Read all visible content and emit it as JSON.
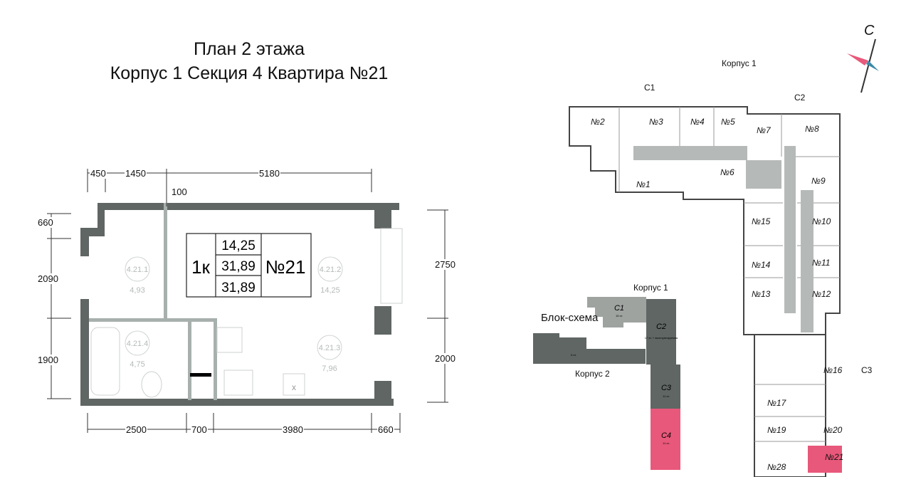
{
  "title": {
    "line1": "План 2 этажа",
    "line2": "Корпус 1 Секция 4 Квартира №21"
  },
  "apartment_card": {
    "rooms": "1к",
    "living_area": "14,25",
    "total_area": "31,89",
    "total_area_2": "31,89",
    "number": "№21"
  },
  "rooms": [
    {
      "id": "4.21.1",
      "area": "4,93"
    },
    {
      "id": "4.21.2",
      "area": "14,25"
    },
    {
      "id": "4.21.3",
      "area": "7,96"
    },
    {
      "id": "4.21.4",
      "area": "4,75"
    }
  ],
  "dimensions": {
    "top": [
      "450",
      "1450",
      "5180",
      "100"
    ],
    "left": [
      "660",
      "2090",
      "1900"
    ],
    "right": [
      "2750",
      "2000"
    ],
    "bottom": [
      "2500",
      "700",
      "3980",
      "660"
    ]
  },
  "block_scheme": {
    "title": "Блок-схема",
    "korpus1": "Корпус 1",
    "korpus2": "Корпус 2",
    "sections": [
      {
        "name": "С1",
        "floors": "15 эт."
      },
      {
        "name": "С2",
        "floors": "17 эт. + эксплуатируемая"
      },
      {
        "name": "С3",
        "floors": "11 эт."
      },
      {
        "name": "С4",
        "floors": "11 эт."
      }
    ],
    "korpus2_floors": "5 эт."
  },
  "floor_plan": {
    "korpus": "Корпус 1",
    "sections": [
      "С1",
      "С2",
      "С3"
    ],
    "compass": "С",
    "apartments": [
      "№1",
      "№2",
      "№3",
      "№4",
      "№5",
      "№6",
      "№7",
      "№8",
      "№9",
      "№10",
      "№11",
      "№12",
      "№13",
      "№14",
      "№15",
      "№16",
      "№17",
      "№19",
      "№20",
      "№21",
      "№28"
    ]
  },
  "colors": {
    "wall": "#5f6664",
    "highlight": "#e8587a",
    "section_light": "#9ea3a0"
  }
}
